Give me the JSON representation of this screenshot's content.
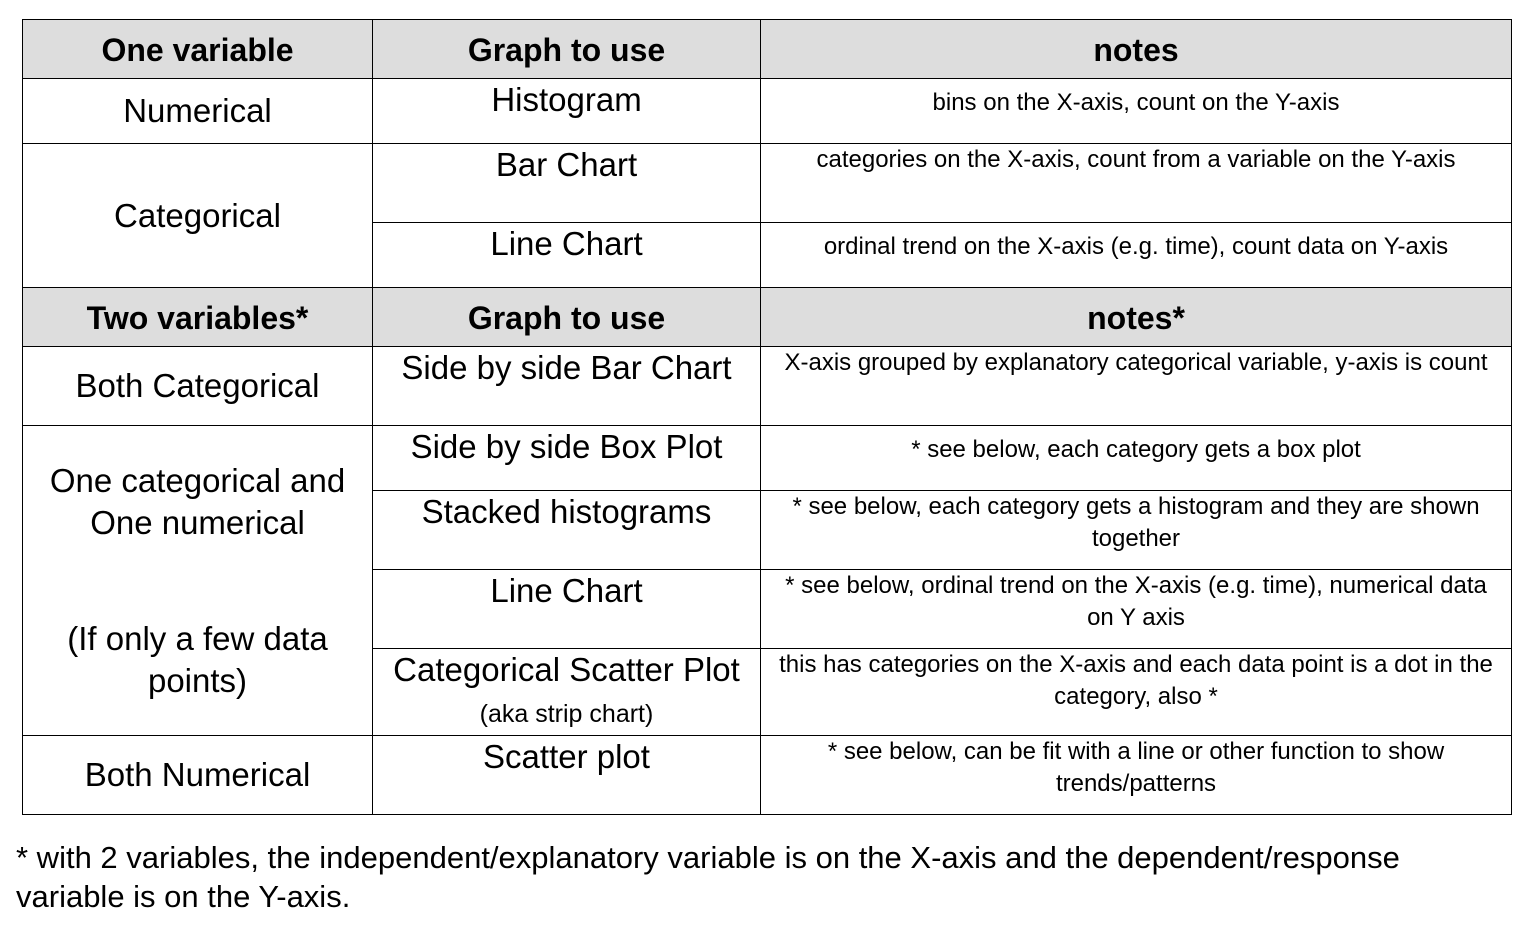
{
  "section_one": {
    "header": {
      "col1": "One variable",
      "col2": "Graph to use",
      "col3": "notes"
    },
    "numerical": {
      "label": "Numerical",
      "graph": "Histogram",
      "notes": "bins on the X-axis, count on the Y-axis"
    },
    "categorical": {
      "label": "Categorical",
      "bar_chart": {
        "graph": "Bar Chart",
        "notes": "categories on the X-axis, count from a variable on the Y-axis"
      },
      "line_chart": {
        "graph": "Line Chart",
        "notes": "ordinal trend on the X-axis (e.g. time), count data on Y-axis"
      }
    }
  },
  "section_two": {
    "header": {
      "col1": "Two variables*",
      "col2": "Graph to use",
      "col3": "notes*"
    },
    "both_categorical": {
      "label": "Both Categorical",
      "graph": "Side by side Bar Chart",
      "notes": "X-axis grouped by explanatory categorical variable, y-axis is count"
    },
    "mixed": {
      "label": "One categorical and One numerical",
      "sublabel": "(If only a few data points)",
      "box_plot": {
        "graph": "Side by side Box Plot",
        "notes": "* see below, each category gets a box plot"
      },
      "stacked_histograms": {
        "graph": "Stacked histograms",
        "notes": "* see below, each category gets a histogram and they are shown together"
      },
      "line_chart": {
        "graph": "Line Chart",
        "notes": "* see below, ordinal trend on the X-axis (e.g. time), numerical data on Y axis"
      },
      "strip_chart": {
        "graph": "Categorical Scatter Plot",
        "graph_aside": "(aka strip chart)",
        "notes": "this has categories on the X-axis and each data point is a dot in the category, also *"
      }
    },
    "both_numerical": {
      "label": "Both Numerical",
      "graph": "Scatter plot",
      "notes": "* see below, can be fit with a line or other function to show trends/patterns"
    }
  },
  "footnote": "* with 2 variables, the independent/explanatory variable is on the X-axis and the dependent/response variable is on the Y-axis."
}
